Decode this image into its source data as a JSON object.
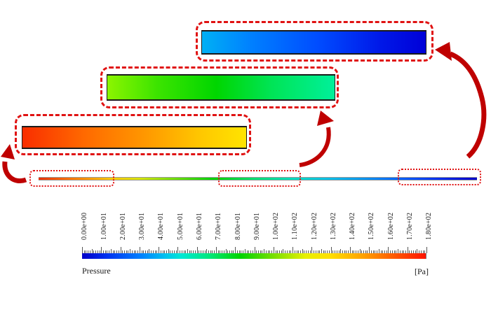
{
  "legend": {
    "title": "Pressure",
    "units": "[Pa]"
  },
  "colorbar": {
    "tick_labels": [
      "0.00e+00",
      "1.00e+01",
      "2.00e+01",
      "3.00e+01",
      "4.00e+01",
      "5.00e+01",
      "6.00e+01",
      "7.00e+01",
      "8.00e+01",
      "9.00e+01",
      "1.00e+02",
      "1.10e+02",
      "1.20e+02",
      "1.30e+02",
      "1.40e+02",
      "1.50e+02",
      "1.60e+02",
      "1.70e+02",
      "1.80e+02"
    ],
    "gradient": [
      "#0000c8 0%",
      "#0030f0 7%",
      "#0080ff 17%",
      "#00c0f0 24%",
      "#00e8d4 29%",
      "#00e87c 37%",
      "#00d400 46%",
      "#7ce000 56%",
      "#e8f000 65%",
      "#ffe000 72%",
      "#ffa000 82%",
      "#ff5000 92%",
      "#ff1400 100%"
    ]
  },
  "channel": {
    "gradient": [
      "#e83000 0%",
      "#ff7a00 8%",
      "#ffc400 16%",
      "#d8e400 23%",
      "#7ce000 30%",
      "#00d400 40%",
      "#00e070 49%",
      "#00dcc0 58%",
      "#00c0e8 66%",
      "#0096f0 74%",
      "#0064ff 82%",
      "#0030f0 91%",
      "#0000c8 100%"
    ]
  },
  "insets": {
    "inlet": {
      "gradient": [
        "#f92e00 0%",
        "#ff6a00 28%",
        "#ff9800 55%",
        "#ffc800 80%",
        "#ffe400 100%"
      ]
    },
    "middle": {
      "gradient": [
        "#8cf500 0%",
        "#3ce400 22%",
        "#00d600 48%",
        "#00e455 72%",
        "#00f09a 100%"
      ]
    },
    "outlet": {
      "gradient": [
        "#00b0f4 0%",
        "#0080ff 22%",
        "#004cff 52%",
        "#0018e8 80%",
        "#0000d8 100%"
      ]
    }
  },
  "style": {
    "dash_color": "#e01212",
    "arrow_color": "#bf0000",
    "bar_edge": "#1a1a1a",
    "tick_color": "#555555",
    "text_color": "#1a1a1a"
  },
  "chart_data": {
    "type": "heatmap",
    "title": "Pressure",
    "ylabel": "Pressure",
    "units": "Pa",
    "colormap": "rainbow: blue = 0 Pa to red = 180 Pa",
    "colorbar_range": [
      0,
      180
    ],
    "colorbar_ticks": [
      0,
      10,
      20,
      30,
      40,
      50,
      60,
      70,
      80,
      90,
      100,
      110,
      120,
      130,
      140,
      150,
      160,
      170,
      180
    ],
    "colorbar_tick_labels": [
      "0.00e+00",
      "1.00e+01",
      "2.00e+01",
      "3.00e+01",
      "4.00e+01",
      "5.00e+01",
      "6.00e+01",
      "7.00e+01",
      "8.00e+01",
      "9.00e+01",
      "1.00e+02",
      "1.10e+02",
      "1.20e+02",
      "1.30e+02",
      "1.40e+02",
      "1.50e+02",
      "1.60e+02",
      "1.70e+02",
      "1.80e+02"
    ],
    "field_description": "Pressure along thin horizontal channel, decreasing approximately linearly from inlet (left) to outlet (right)",
    "profile": {
      "x_fraction": [
        0,
        0.25,
        0.5,
        0.75,
        1.0
      ],
      "pressure_Pa": [
        180,
        135,
        90,
        45,
        0
      ]
    },
    "zoom_regions": [
      {
        "location": "inlet (left of channel)",
        "approx_range_Pa": [
          150,
          180
        ],
        "colors": "red to yellow"
      },
      {
        "location": "middle of channel",
        "approx_range_Pa": [
          72,
          106
        ],
        "colors": "chartreuse to spring green"
      },
      {
        "location": "outlet (right of channel)",
        "approx_range_Pa": [
          0,
          33
        ],
        "colors": "light blue to dark blue"
      }
    ],
    "legend_position": "bottom horizontal colorbar",
    "grid": false
  }
}
